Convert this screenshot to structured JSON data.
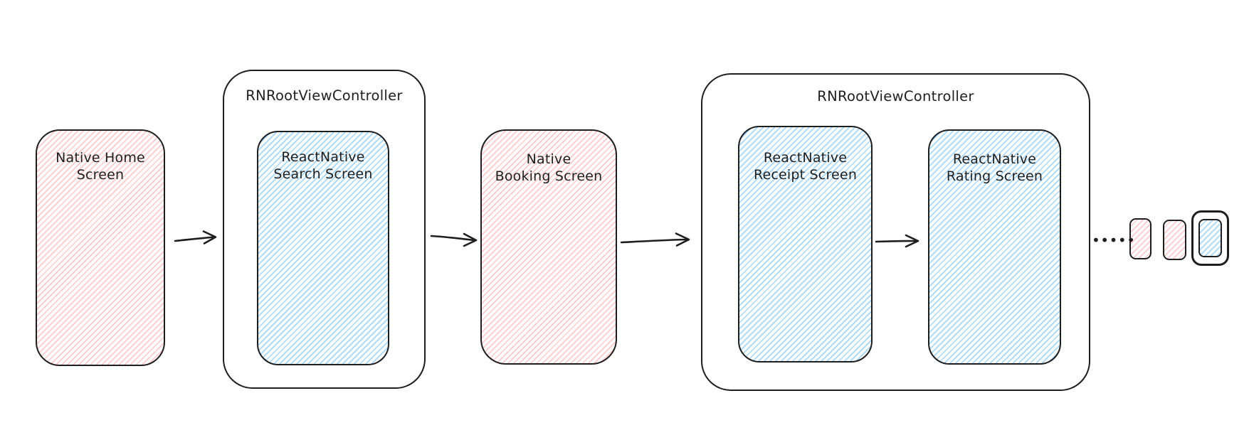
{
  "diagram": {
    "colors": {
      "stroke": "#1e1e1e",
      "background": "#ffffff",
      "native_hatch": "#ffc9c9",
      "react_native_hatch": "#a5d8ff"
    },
    "nodes": {
      "native_home": "Native Home\nScreen",
      "container_search_label": "RNRootViewController",
      "react_native_search": "ReactNative\nSearch Screen",
      "native_booking": "Native\nBooking Screen",
      "container_receipt_rating_label": "RNRootViewController",
      "react_native_receipt": "ReactNative\nReceipt Screen",
      "react_native_rating": "ReactNative\nRating Screen"
    },
    "continuation": {
      "dots": "•••••"
    },
    "edges": [
      {
        "from": "Native Home Screen",
        "to": "ReactNative Search Screen (in RNRootViewController)"
      },
      {
        "from": "ReactNative Search Screen (in RNRootViewController)",
        "to": "Native Booking Screen"
      },
      {
        "from": "Native Booking Screen",
        "to": "ReactNative Receipt Screen (in RNRootViewController)"
      },
      {
        "from": "ReactNative Receipt Screen",
        "to": "ReactNative Rating Screen"
      }
    ]
  }
}
